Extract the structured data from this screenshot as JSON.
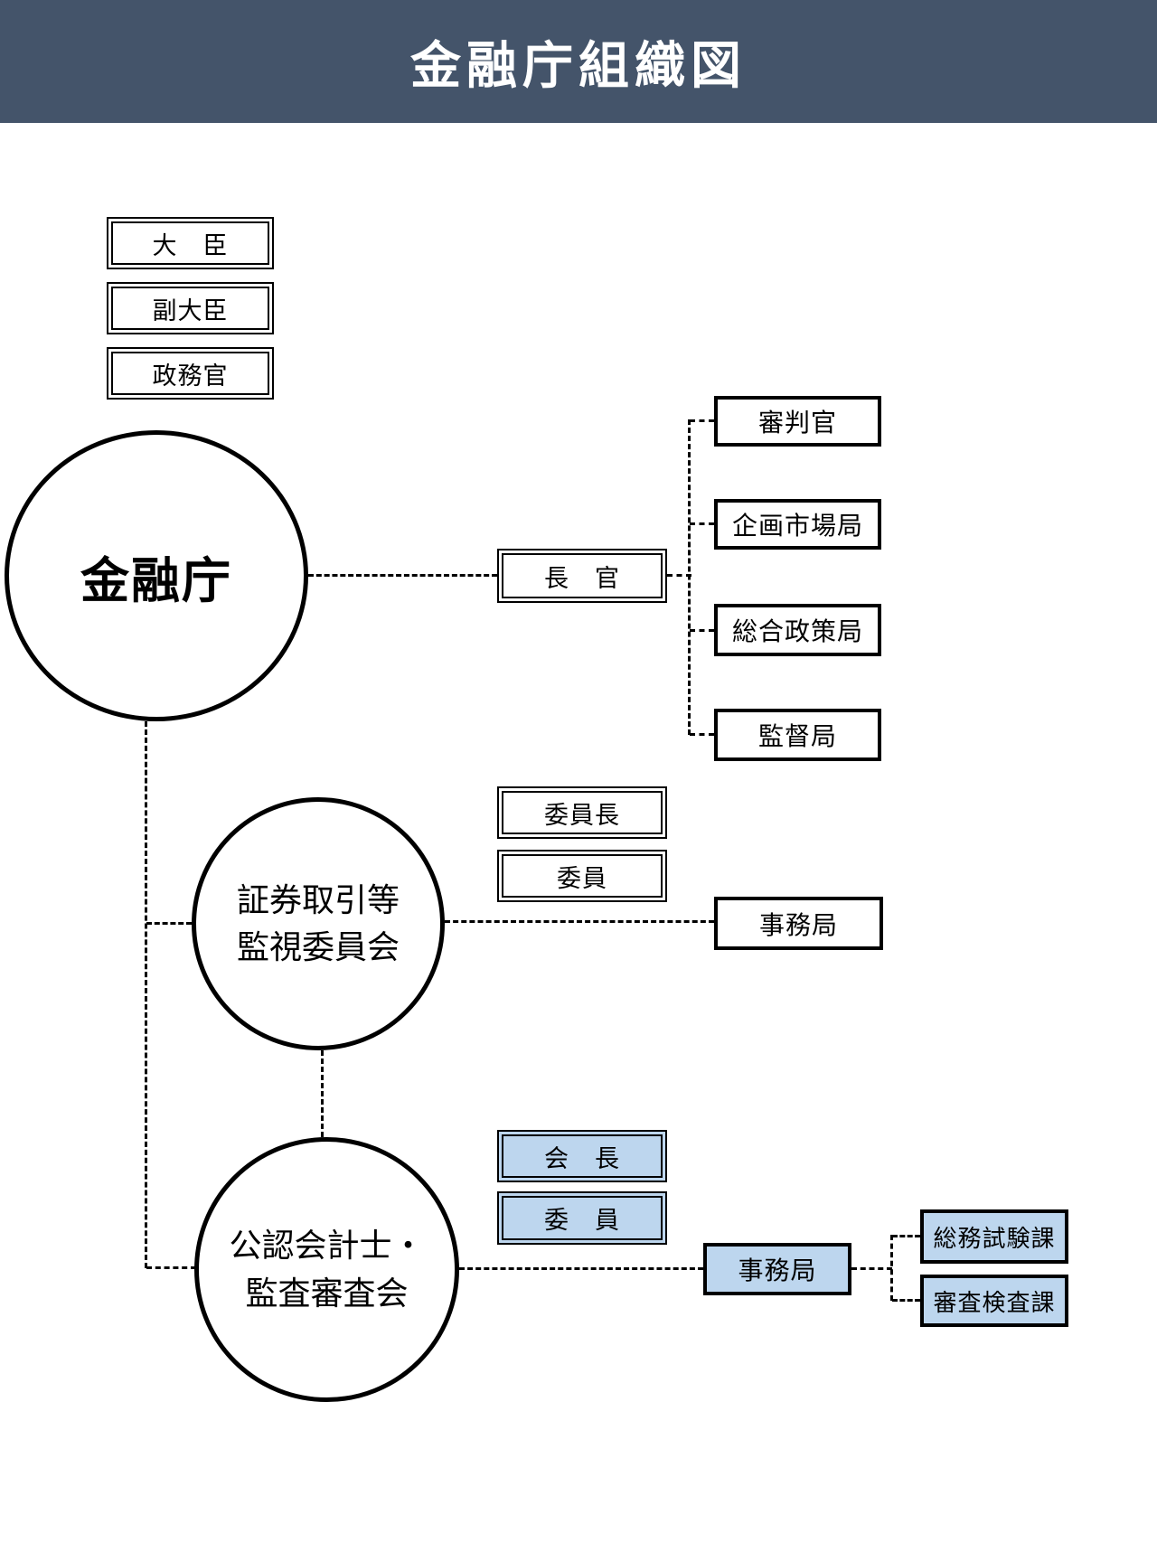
{
  "title": "金融庁組織図",
  "colors": {
    "banner": "#44546A",
    "fill_blue": "#BDD6EE",
    "line": "#000000"
  },
  "top_officials": {
    "minister": "大　臣",
    "vice_minister": "副大臣",
    "parliamentary_secretary": "政務官"
  },
  "fsa": {
    "name": "金融庁",
    "commissioner": "長　官"
  },
  "bureaus": [
    {
      "label": "審判官"
    },
    {
      "label": "企画市場局"
    },
    {
      "label": "総合政策局"
    },
    {
      "label": "監督局"
    }
  ],
  "sesc": {
    "name_line1": "証券取引等",
    "name_line2": "監視委員会",
    "chairperson": "委員長",
    "commissioners": "委員",
    "secretariat": "事務局"
  },
  "cpaaob": {
    "name_line1": "公認会計士・",
    "name_line2": "監査審査会",
    "chairperson": "会　長",
    "commissioners": "委　員",
    "secretariat": "事務局",
    "divisions": [
      {
        "label": "総務試験課"
      },
      {
        "label": "審査検査課"
      }
    ]
  }
}
